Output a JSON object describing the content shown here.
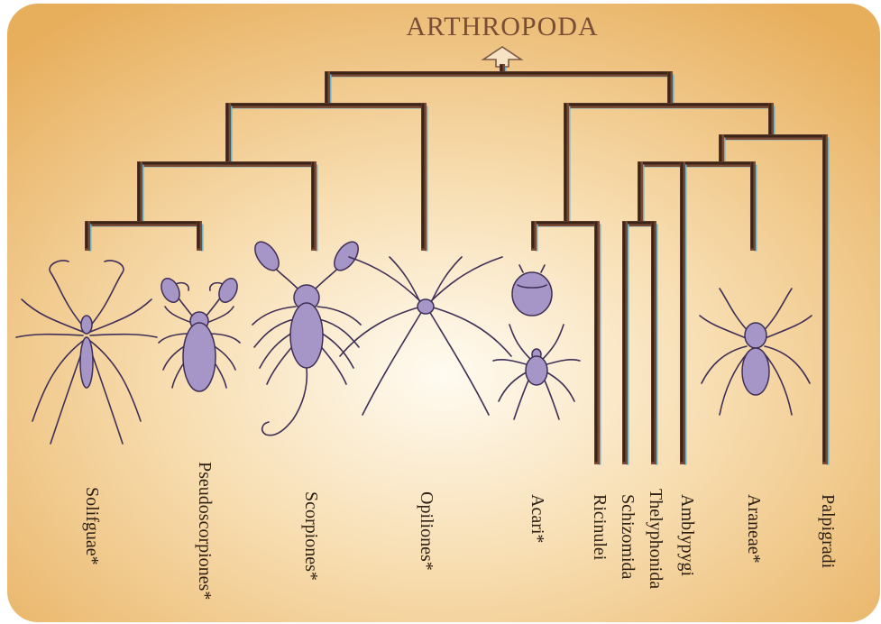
{
  "title": "ARTHROPODA",
  "colors": {
    "background_center": "#fffbf1",
    "background_mid": "#f7dcae",
    "background_edge": "#e7ae5c",
    "branch_dark": "#3b2418",
    "branch_mid": "#7a4a35",
    "branch_highlight": "#6fb4c7",
    "title": "#7a4d36",
    "arrow_fill": "#f6e2c5",
    "arrow_stroke": "#7a5a45",
    "animal_line": "#3f2f57",
    "animal_fill": "#a696c7",
    "label": "#2b1d12"
  },
  "taxa": [
    {
      "id": "solifugae",
      "label": "Solifguae*",
      "icon": "solifuge-icon"
    },
    {
      "id": "pseudoscorpiones",
      "label": "Pseudoscorpiones*",
      "icon": "pseudoscorpion-icon"
    },
    {
      "id": "scorpiones",
      "label": "Scorpiones*",
      "icon": "scorpion-icon"
    },
    {
      "id": "opiliones",
      "label": "Opiliones*",
      "icon": "harvestman-icon"
    },
    {
      "id": "acari",
      "label": "Acari*",
      "icon": "mite-icon"
    },
    {
      "id": "ricinulei",
      "label": "Ricinulei",
      "icon": ""
    },
    {
      "id": "schizomida",
      "label": "Schizomida",
      "icon": ""
    },
    {
      "id": "thelyphonida",
      "label": "Thelyphonida",
      "icon": ""
    },
    {
      "id": "amblypygi",
      "label": "Amblypygi",
      "icon": ""
    },
    {
      "id": "araneae",
      "label": "Araneae*",
      "icon": "spider-icon"
    },
    {
      "id": "palpigradi",
      "label": "Palpigradi",
      "icon": ""
    }
  ]
}
